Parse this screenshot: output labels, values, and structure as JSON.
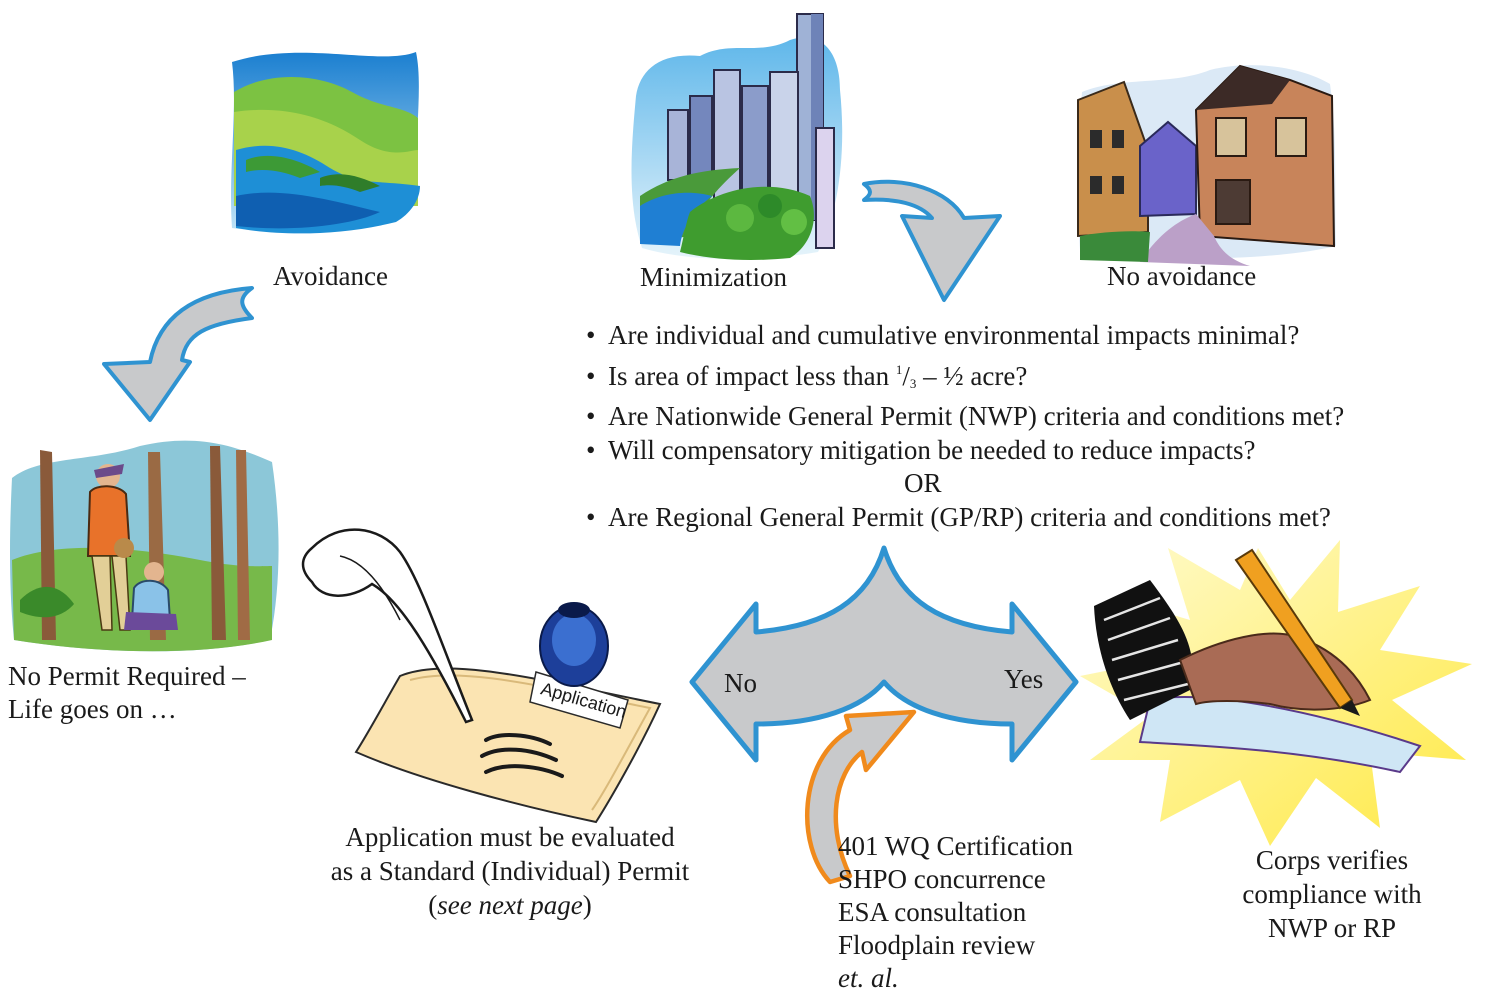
{
  "labels": {
    "avoidance": "Avoidance",
    "minimization": "Minimization",
    "no_avoidance": "No avoidance",
    "no_permit_line1": "No Permit Required –",
    "no_permit_line2": "Life goes on …",
    "application_line1": "Application must be evaluated",
    "application_line2": "as a Standard (Individual) Permit",
    "application_paren_open": "(",
    "application_see_next": "see next page",
    "application_paren_close": ")",
    "application_doc": "Application",
    "corps_line1": "Corps verifies",
    "corps_line2": "compliance with",
    "corps_line3": "NWP or RP",
    "no": "No",
    "yes": "Yes"
  },
  "questions": {
    "q1": "Are individual and cumulative environmental impacts minimal?",
    "q2_before": "Is area of impact less than",
    "q2_num": "1",
    "q2_slash": "/",
    "q2_den": "3",
    "q2_after": "– ½ acre?",
    "q3": "Are Nationwide General Permit (NWP) criteria and conditions met?",
    "q4": "Will compensatory mitigation be needed to reduce impacts?",
    "or": "OR",
    "q5": "Are Regional General Permit (GP/RP) criteria and conditions met?"
  },
  "requirements": {
    "line1": "401 WQ Certification",
    "line2": "SHPO concurrence",
    "line3": "ESA consultation",
    "line4": "Floodplain review",
    "line5": "et. al."
  },
  "colors": {
    "arrow_fill": "#c8c9cb",
    "arrow_outline": "#2f93d1",
    "orange_outline": "#f08a1c",
    "text": "#1a1a1a"
  }
}
